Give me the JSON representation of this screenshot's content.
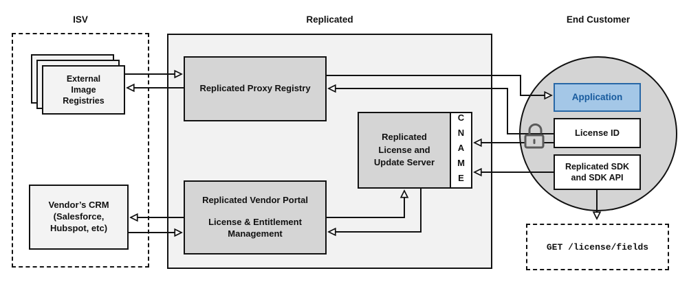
{
  "headers": {
    "isv": "ISV",
    "replicated": "Replicated",
    "end_customer": "End Customer"
  },
  "nodes": {
    "external_registries": "External\nImage\nRegistries",
    "vendor_crm": "Vendor’s CRM\n(Salesforce,\nHubspot, etc)",
    "proxy_registry": "Replicated Proxy Registry",
    "license_update_server": "Replicated\nLicense and\nUpdate Server",
    "cname": "CNAME",
    "vendor_portal_title": "Replicated Vendor Portal",
    "vendor_portal_subtitle": "License & Entitlement\nManagement",
    "application": "Application",
    "license_id": "License ID",
    "replicated_sdk": "Replicated SDK\nand SDK API",
    "get_request": "GET /license/fields"
  },
  "icons": {
    "lock": "unlock-icon"
  },
  "colors": {
    "line": "#111111",
    "section_fill": "#f2f2f2",
    "node_gray": "#d5d5d5",
    "node_light": "#f3f3f3",
    "circle_gray": "#d4d4d4",
    "app_fill": "#a4c7e7",
    "app_border": "#2767a6",
    "app_text": "#175a9d",
    "lock_gray": "#5a5a5a"
  }
}
